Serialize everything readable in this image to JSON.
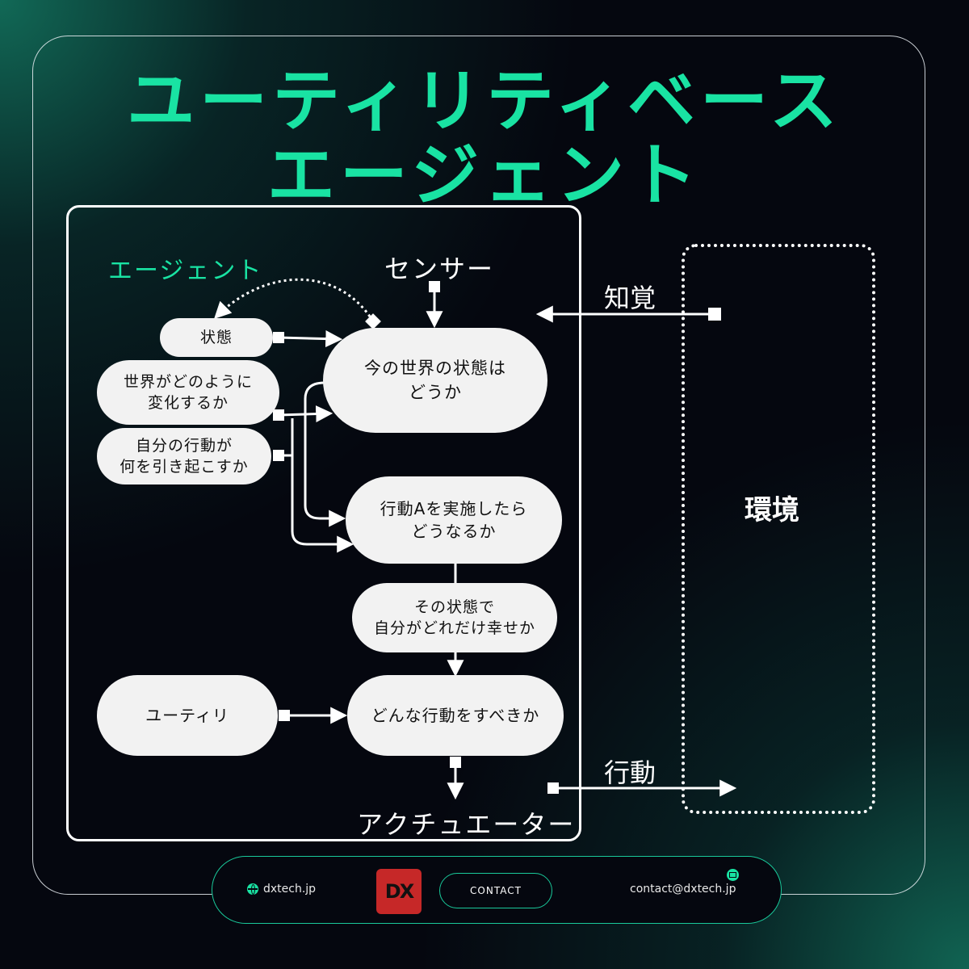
{
  "title": {
    "line1": "ユーティリティベース",
    "line2": "エージェント"
  },
  "diagram": {
    "agent_label": "エージェント",
    "sensor_label": "センサー",
    "actuator_label": "アクチュエーター",
    "perception_label": "知覚",
    "action_label": "行動",
    "environment_label": "環境",
    "nodes": {
      "state": "状態",
      "world_change": "世界がどのように\n変化するか",
      "action_effect": "自分の行動が\n何を引き起こすか",
      "world_now": "今の世界の状態は\nどうか",
      "if_action": "行動Aを実施したら\nどうなるか",
      "happiness": "その状態で\n自分がどれだけ幸せか",
      "utility": "ユーティリ",
      "what_to_do": "どんな行動をすべきか"
    }
  },
  "footer": {
    "website": "dxtech.jp",
    "logo_text": "DX",
    "contact_label": "CONTACT",
    "email": "contact@dxtech.jp"
  },
  "colors": {
    "accent": "#19e3a3",
    "logo": "#c62828",
    "node": "#f2f2f2"
  }
}
